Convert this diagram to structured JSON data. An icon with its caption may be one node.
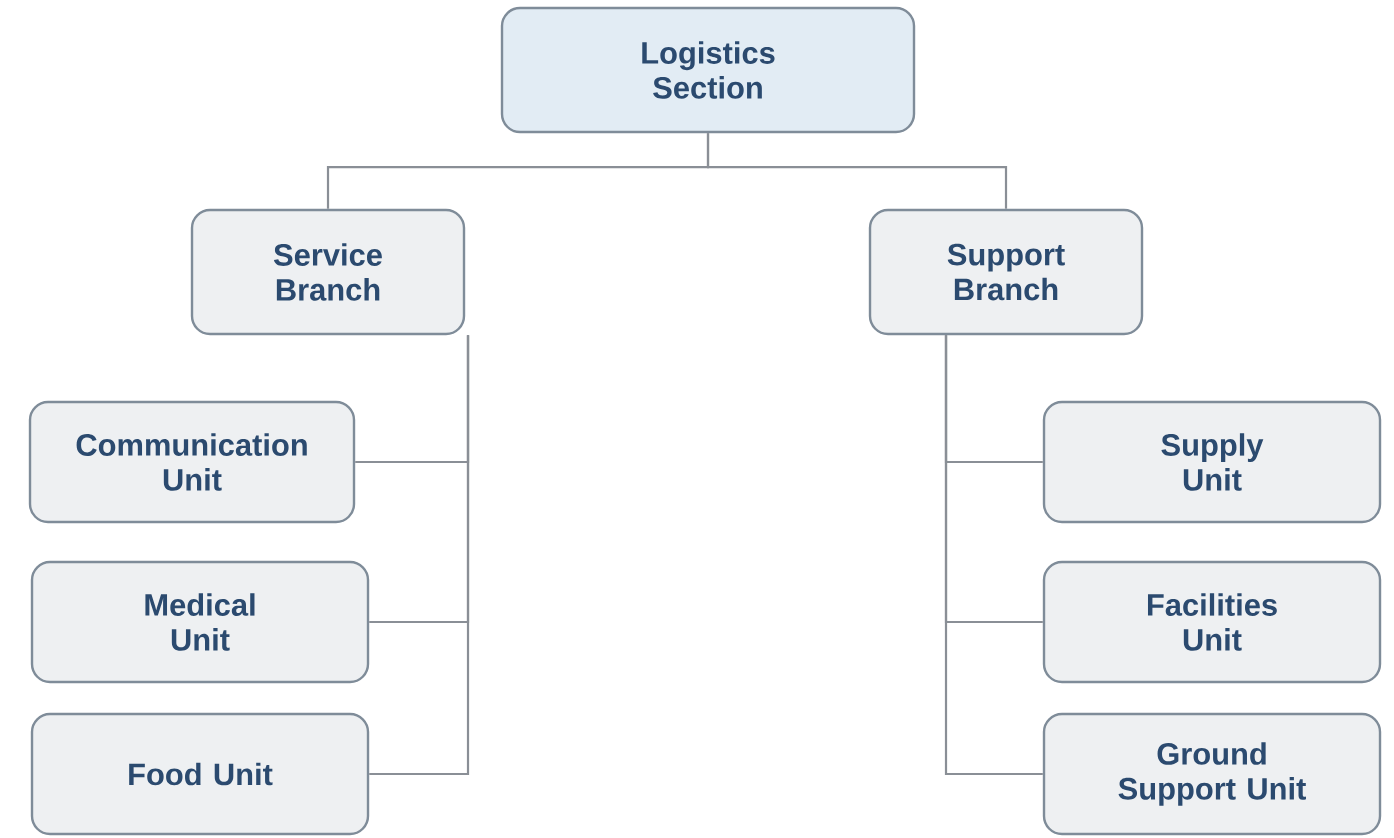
{
  "diagram": {
    "nodes": [
      {
        "text": [
          "Logistics Section"
        ]
      },
      {
        "text": [
          "Service Branch"
        ]
      },
      {
        "text": [
          "Support Branch"
        ]
      },
      {
        "text": [
          "Communication Unit"
        ]
      },
      {
        "text": [
          "Medical Unit"
        ]
      },
      {
        "text": [
          "Food Unit"
        ]
      },
      {
        "text": [
          "Supply Unit"
        ]
      },
      {
        "text": [
          "Facilities Unit"
        ]
      },
      {
        "text": [
          "Ground Support Unit"
        ]
      }
    ],
    "edges": [
      {
        "from": 0,
        "to": 1,
        "arrow": "none"
      },
      {
        "from": 0,
        "to": 2,
        "arrow": "none"
      },
      {
        "from": 1,
        "to": 3,
        "arrow": "none"
      },
      {
        "from": 1,
        "to": 4,
        "arrow": "none"
      },
      {
        "from": 1,
        "to": 5,
        "arrow": "none"
      },
      {
        "from": 2,
        "to": 6,
        "arrow": "none"
      },
      {
        "from": 2,
        "to": 7,
        "arrow": "none"
      },
      {
        "from": 2,
        "to": 8,
        "arrow": "none"
      }
    ]
  }
}
